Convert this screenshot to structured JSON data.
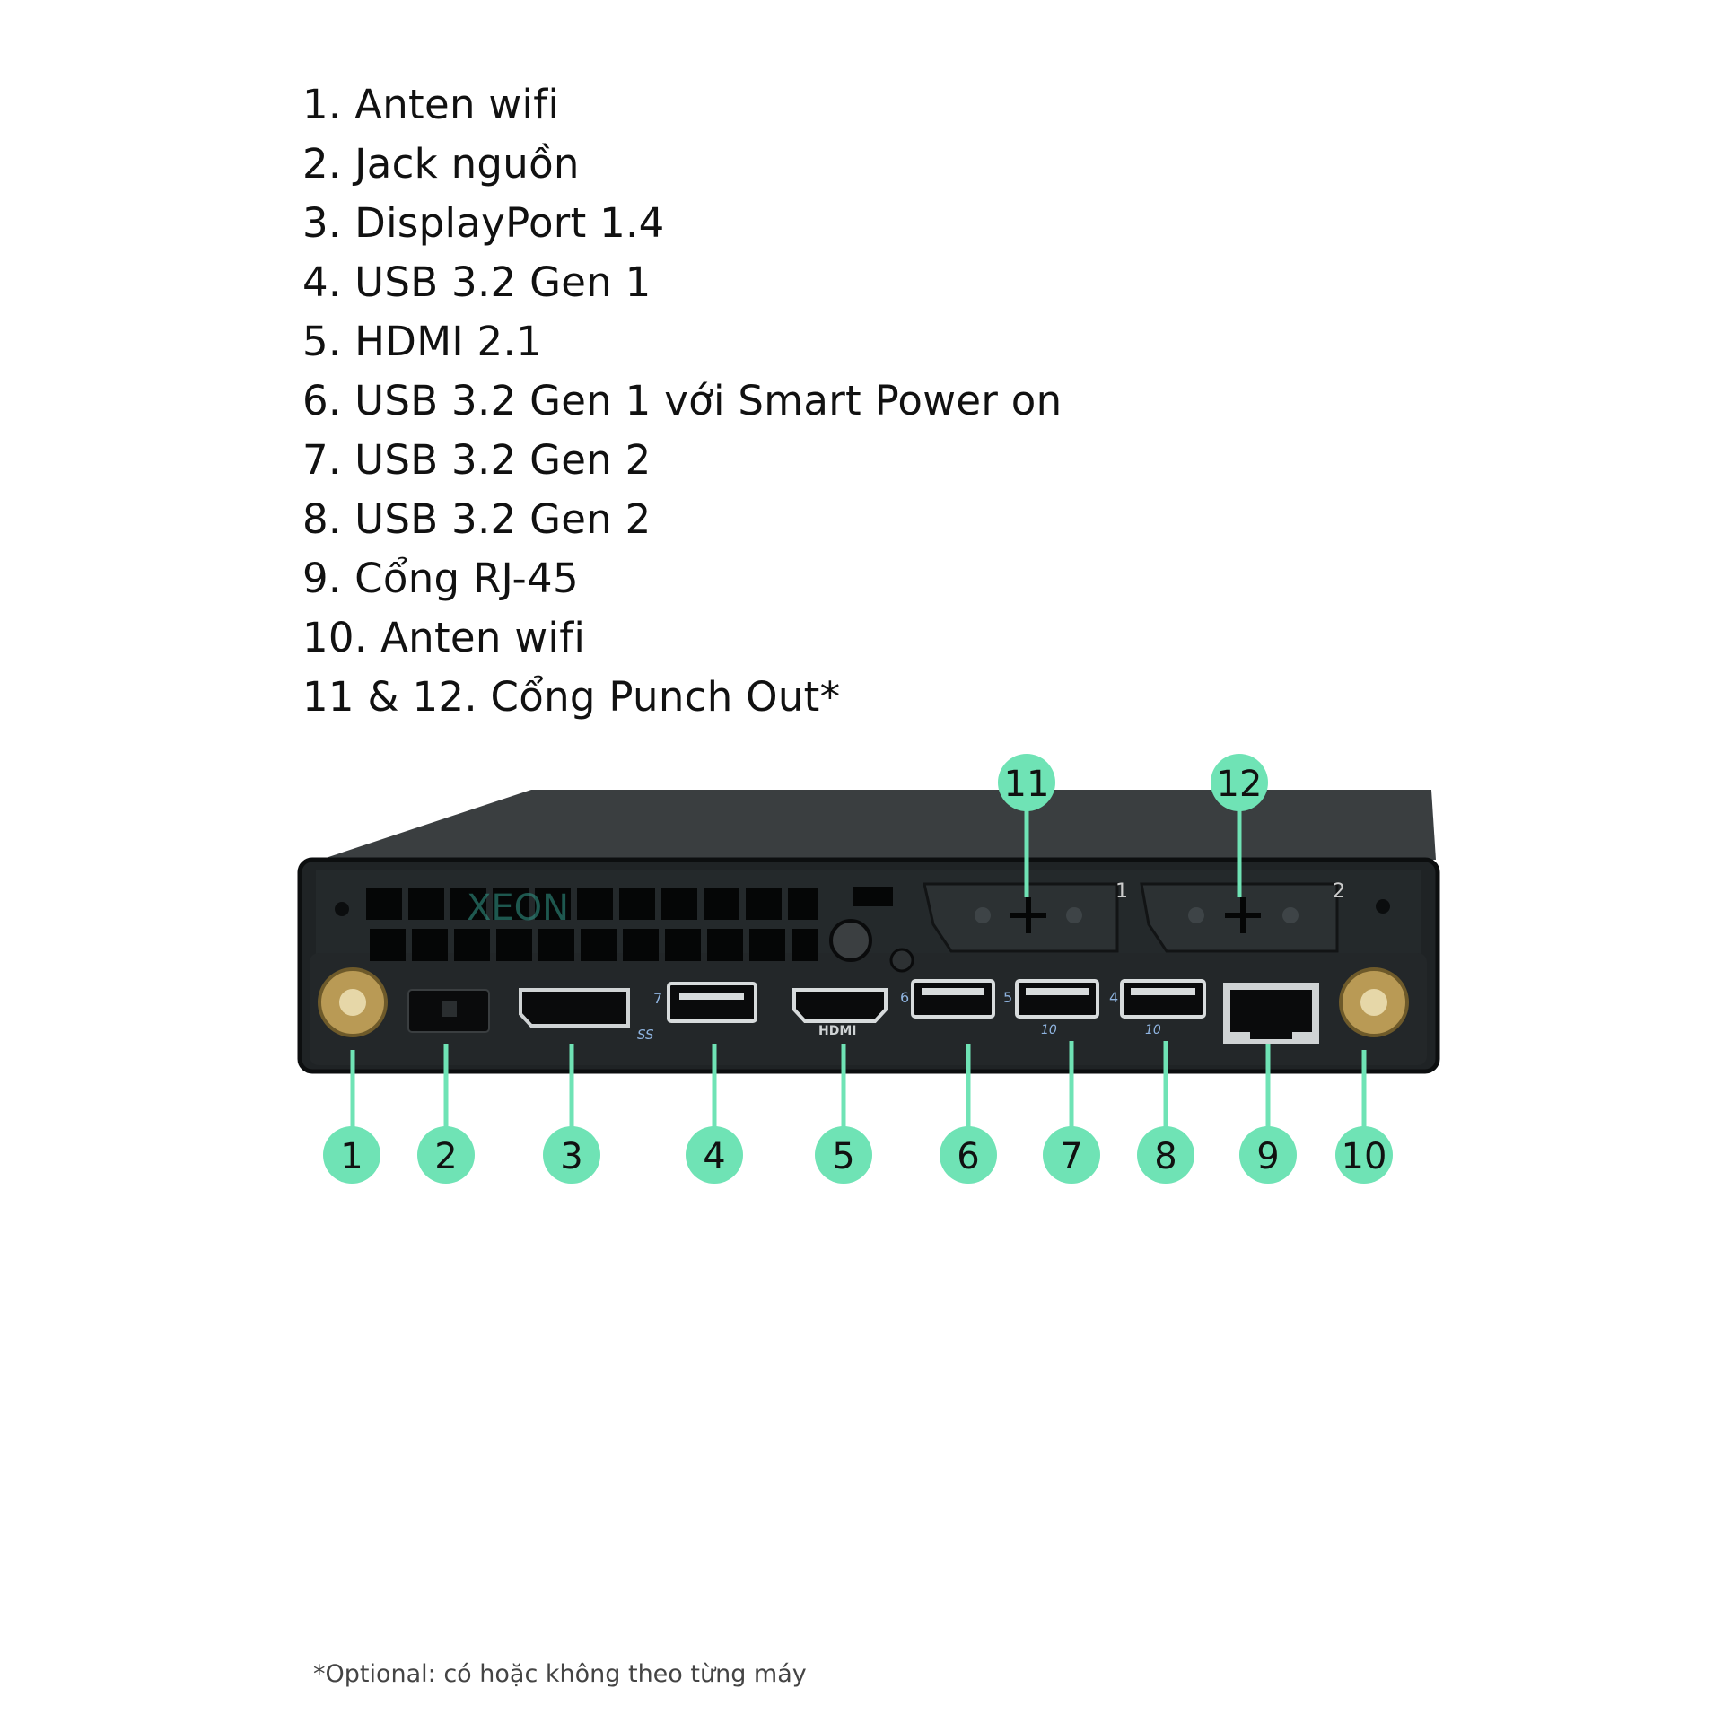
{
  "legend": [
    "1. Anten wifi",
    "2. Jack nguồn",
    "3. DisplayPort 1.4",
    "4. USB 3.2 Gen 1",
    "5. HDMI 2.1",
    "6. USB 3.2 Gen 1 với Smart Power on",
    "7. USB 3.2 Gen 2",
    "8. USB 3.2 Gen 2",
    "9. Cổng RJ-45",
    "10. Anten wifi",
    "11 & 12. Cổng Punch Out*"
  ],
  "callouts": {
    "bottom": [
      "1",
      "2",
      "3",
      "4",
      "5",
      "6",
      "7",
      "8",
      "9",
      "10"
    ],
    "top": [
      "11",
      "12"
    ]
  },
  "port_labels": {
    "usb4_num": "7",
    "usb6_num": "6",
    "usb7_num": "5",
    "usb8_num": "4",
    "hdmi": "HDMI",
    "ss": "SS",
    "ten_a": "10",
    "ten_b": "10",
    "punch1": "1",
    "punch2": "2"
  },
  "watermark": "XEON",
  "footnote": "*Optional: có hoặc không theo từng máy",
  "colors": {
    "accent": "#6fe3b5",
    "chassis": "#2b2f31",
    "face": "#1d2123"
  }
}
